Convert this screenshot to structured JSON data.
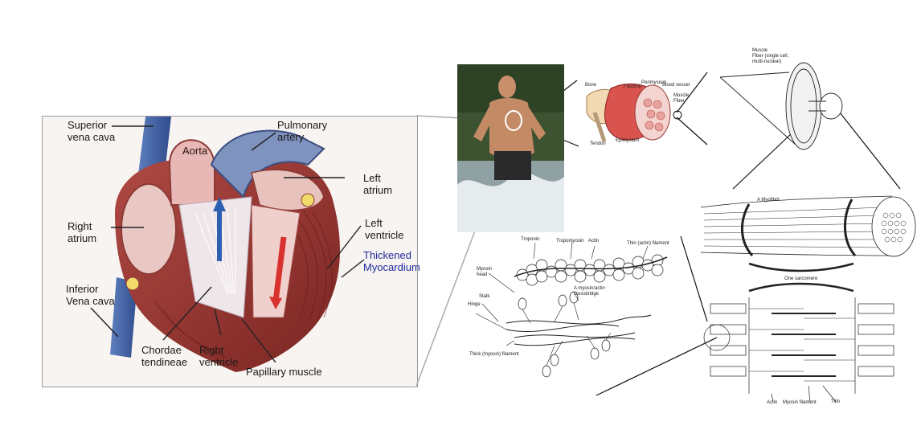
{
  "heart_labels": {
    "superior_vena_cava": "Superior\nvena cava",
    "pulmonary_artery": "Pulmonary\nartery",
    "aorta": "Aorta",
    "left_atrium": "Left\natrium",
    "right_atrium": "Right\natrium",
    "left_ventricle": "Left\nventricle",
    "thickened_myocardium": "Thickened\nMyocardium",
    "inferior_vena_cava": "Inferior\nVena cava",
    "chordae_tendineae": "Chordae\ntendineae",
    "right_ventricle": "Right\nventricle",
    "papillary_muscle": "Papillary muscle"
  },
  "muscle_labels": {
    "bone": "Bone",
    "fascicle": "Fascicle",
    "perimysium": "Perimysium",
    "blood_vessel": "Blood vessel",
    "muscle_fiber": "Muscle\nFiber",
    "tendon": "Tendon",
    "epimysium": "Epimysium"
  },
  "fiber_labels": {
    "muscle_fiber_single_cell": "Muscle\nFiber (single cell,\nmulti-nuclear)",
    "myofibril": "A Myofibril",
    "one_sarcomere": "One sarcomere",
    "actin": "Actin",
    "myosin_filament": "Myosin filament",
    "titin": "Titin"
  },
  "filament_labels": {
    "troponin": "Troponin",
    "tropomyosin": "Tropomyosin",
    "actin": "Actin",
    "thin_filament": "Thin (actin) filament",
    "myosin_head": "Myosin\nhead",
    "crossbridge": "A myosin/actin\ncrossbridge",
    "stalk": "Stalk",
    "hinge": "Hinge",
    "thick_filament": "Thick (myosin) filament"
  },
  "colors": {
    "myocardium": "#8b2e2b",
    "vein_blue": "#3b5e9e",
    "label_blue": "#1f2a9b",
    "artery_red": "#c0302e",
    "box_border": "#9a9a9a"
  }
}
